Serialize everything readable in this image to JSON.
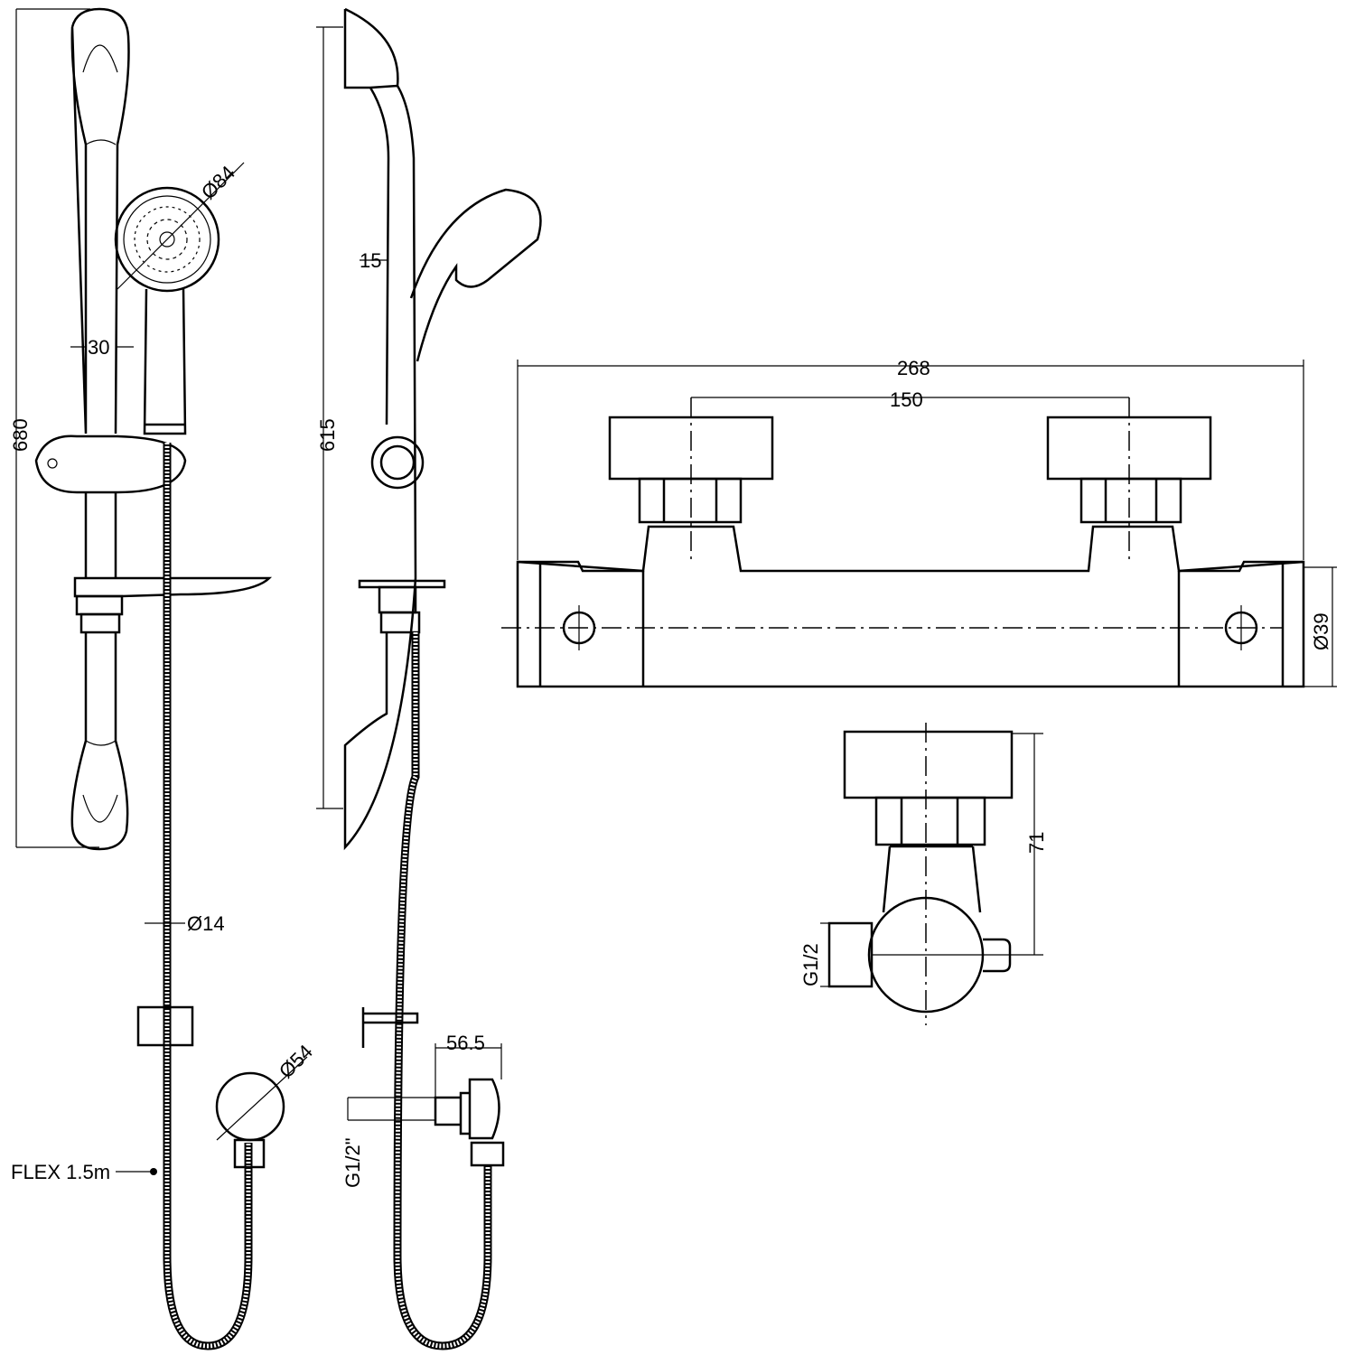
{
  "dimensions": {
    "rail_height": "680",
    "rail_width": "30",
    "handset_diameter": "Ø84",
    "side_height": "615",
    "side_offset": "15",
    "hose_diameter": "Ø14",
    "outlet_diameter": "Ø54",
    "outlet_depth": "56.5",
    "outlet_thread": "G1/2\"",
    "hose_label": "FLEX 1.5m",
    "valve_width": "268",
    "valve_centres": "150",
    "valve_diameter": "Ø39",
    "valve_depth": "71",
    "valve_thread": "G1/2"
  }
}
